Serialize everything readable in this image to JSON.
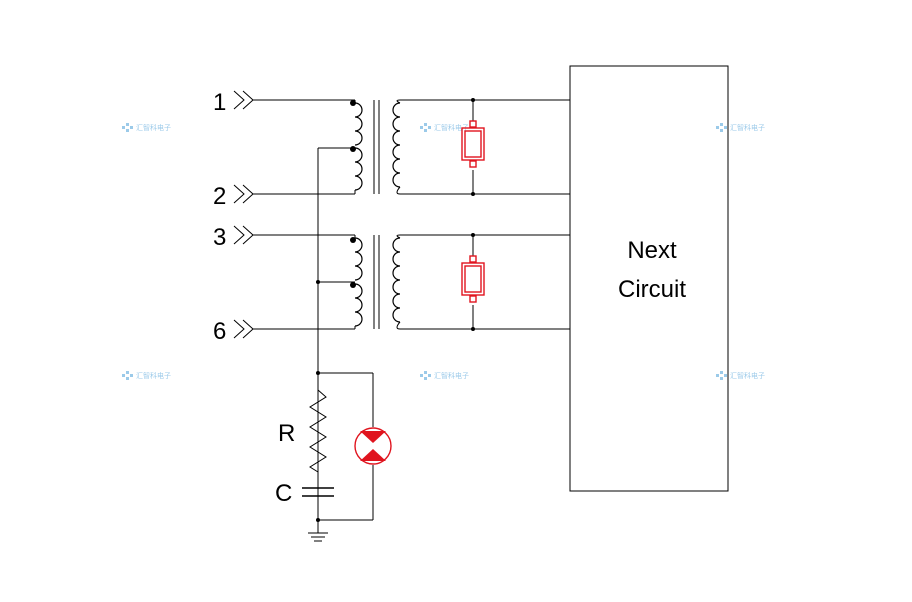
{
  "ports": [
    {
      "label": "1"
    },
    {
      "label": "2"
    },
    {
      "label": "3"
    },
    {
      "label": "6"
    }
  ],
  "components": {
    "resistor_label": "R",
    "capacitor_label": "C"
  },
  "block": {
    "line1": "Next",
    "line2": "Circuit"
  },
  "watermark": {
    "text": "汇智科电子",
    "color": "#4a9fd8"
  },
  "colors": {
    "wire": "#000000",
    "protection_device": "#e0141e",
    "background": "#ffffff"
  }
}
